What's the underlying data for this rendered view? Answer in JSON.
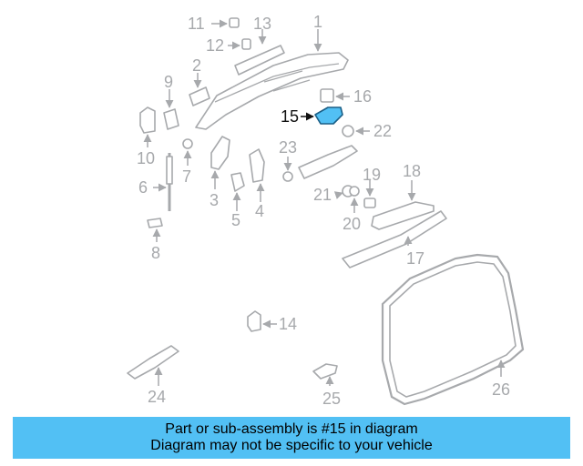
{
  "diagram": {
    "highlighted_part": "15",
    "highlight_color": "#52c0f4",
    "line_color": "#a7a9ac",
    "callouts": [
      "1",
      "2",
      "3",
      "4",
      "5",
      "6",
      "7",
      "8",
      "9",
      "10",
      "11",
      "12",
      "13",
      "14",
      "15",
      "16",
      "17",
      "18",
      "19",
      "20",
      "21",
      "22",
      "23",
      "24",
      "25",
      "26"
    ]
  },
  "banner": {
    "line1": "Part or sub-assembly is #15 in diagram",
    "line2": "Diagram may not be specific to your vehicle",
    "background": "#52c0f4"
  }
}
